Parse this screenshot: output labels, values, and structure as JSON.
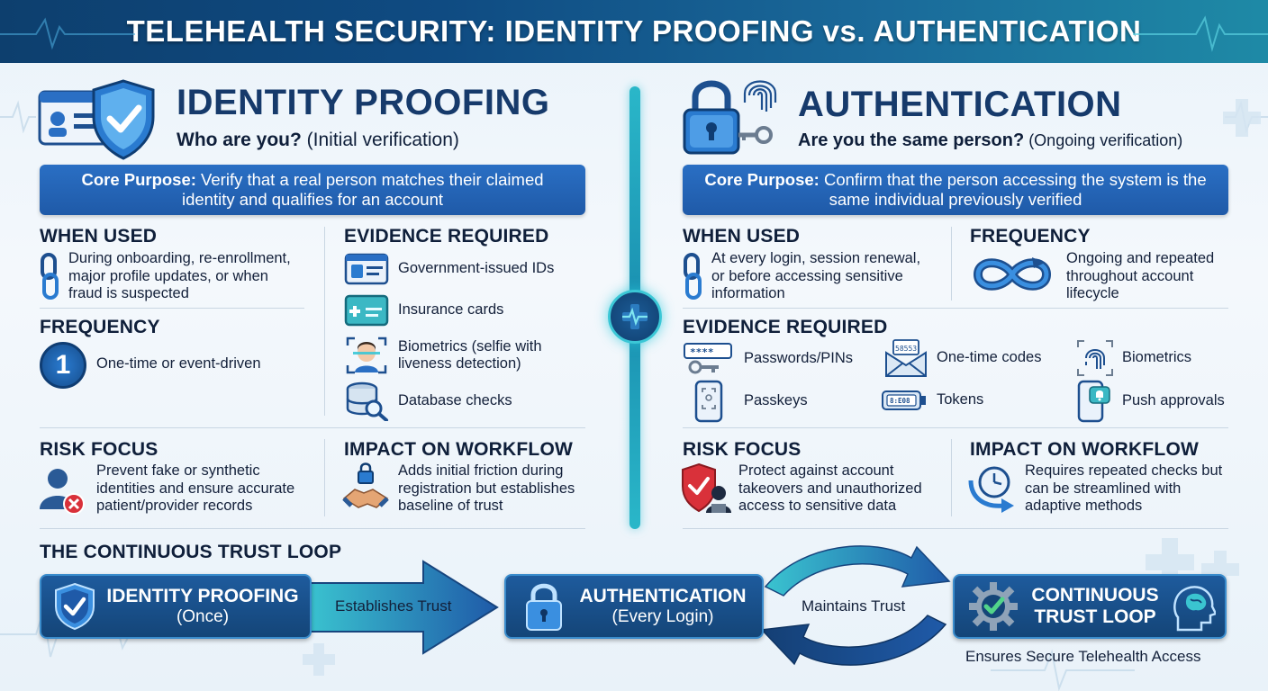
{
  "header": {
    "title": "TELEHEALTH SECURITY: IDENTITY PROOFING vs. AUTHENTICATION"
  },
  "left": {
    "title": "IDENTITY PROOFING",
    "subtitle_bold": "Who are you?",
    "subtitle_rest": " (Initial verification)",
    "purpose_label": "Core Purpose:",
    "purpose_line1": " Verify that a real person matches their claimed",
    "purpose_line2": "identity and qualifies for an account",
    "when_used": {
      "heading": "WHEN USED",
      "lines": [
        "During onboarding, re-enrollment,",
        "major profile updates, or when",
        "fraud is suspected"
      ]
    },
    "frequency": {
      "heading": "FREQUENCY",
      "badge": "1",
      "text": "One-time or event-driven"
    },
    "evidence": {
      "heading": "EVIDENCE REQUIRED",
      "items": [
        {
          "icon": "id-card-icon",
          "lines": [
            "Government-issued IDs"
          ]
        },
        {
          "icon": "insurance-card-icon",
          "lines": [
            "Insurance cards"
          ]
        },
        {
          "icon": "face-scan-icon",
          "lines": [
            "Biometrics (selfie with",
            "liveness detection)"
          ]
        },
        {
          "icon": "database-search-icon",
          "lines": [
            "Database checks"
          ]
        }
      ]
    },
    "risk": {
      "heading": "RISK FOCUS",
      "lines": [
        "Prevent fake or synthetic",
        "identities and ensure accurate",
        "patient/provider records"
      ]
    },
    "impact": {
      "heading": "IMPACT ON WORKFLOW",
      "lines": [
        "Adds initial friction during",
        "registration but establishes",
        "baseline of trust"
      ]
    }
  },
  "right": {
    "title": "AUTHENTICATION",
    "subtitle_bold": "Are you the same person?",
    "subtitle_rest": " (Ongoing verification)",
    "purpose_label": "Core Purpose:",
    "purpose_line1": " Confirm that the person accessing the system is the",
    "purpose_line2": "same individual previously verified",
    "when_used": {
      "heading": "WHEN USED",
      "lines": [
        "At every login, session renewal,",
        "or before accessing sensitive",
        "information"
      ]
    },
    "frequency": {
      "heading": "FREQUENCY",
      "lines": [
        "Ongoing and repeated",
        "throughout account",
        "lifecycle"
      ]
    },
    "evidence": {
      "heading": "EVIDENCE REQUIRED",
      "items": [
        {
          "icon": "password-key-icon",
          "label": "Passwords/PINs",
          "badge": "****"
        },
        {
          "icon": "envelope-code-icon",
          "label": "One-time codes",
          "badge": "58553"
        },
        {
          "icon": "fingerprint-icon",
          "label": "Biometrics"
        },
        {
          "icon": "phone-passkey-icon",
          "label": "Passkeys"
        },
        {
          "icon": "token-icon",
          "label": "Tokens",
          "badge": "8:E08"
        },
        {
          "icon": "push-phone-icon",
          "label": "Push approvals"
        }
      ]
    },
    "risk": {
      "heading": "RISK FOCUS",
      "lines": [
        "Protect against account",
        "takeovers and unauthorized",
        "access to sensitive data"
      ]
    },
    "impact": {
      "heading": "IMPACT ON WORKFLOW",
      "lines": [
        "Requires repeated checks but",
        "can be streamlined with",
        "adaptive methods"
      ]
    }
  },
  "loop": {
    "heading": "THE CONTINUOUS TRUST LOOP",
    "box1": {
      "title": "IDENTITY PROOFING",
      "sub": "(Once)"
    },
    "arrow1": "Establishes Trust",
    "box2": {
      "title": "AUTHENTICATION",
      "sub": "(Every Login)"
    },
    "arrow2": "Maintains Trust",
    "box3": {
      "line1": "CONTINUOUS",
      "line2": "TRUST LOOP"
    },
    "footer": "Ensures Secure Telehealth Access"
  },
  "colors": {
    "header_start": "#0d3f6e",
    "header_end": "#1e8aa6",
    "accent_blue": "#1f5aa8",
    "title_navy": "#163a6b",
    "teal_glow": "#2ab7c9",
    "alert_red": "#d9313a"
  }
}
